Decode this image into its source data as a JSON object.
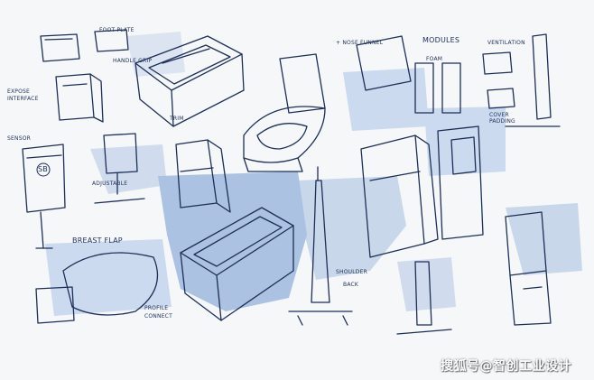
{
  "palette": {
    "paper": "#f6f7f9",
    "ink": "#1d2f57",
    "wash": "#4f7fc7",
    "wash_light": "#9fbde6"
  },
  "annotations": {
    "top_left_1": "FOOT PLATE",
    "top_left_2": "HANDLE GRIP",
    "left_1": "EXPOSE",
    "left_2": "INTERFACE",
    "mid_left": "ADJUSTABLE",
    "center_top": "TRIM",
    "upper_right_1": "+ NOSE FUNNEL",
    "upper_right_2": "MODULES",
    "upper_right_3": "FOAM",
    "upper_right_4": "VENTILATION",
    "right_1": "COVER",
    "right_2": "PADDING",
    "left_mid": "SENSOR",
    "breast_flap": "BREAST FLAP",
    "bottom_mid_1": "PROFILE",
    "bottom_mid_2": "CONNECT",
    "right_mid": "SHOULDER",
    "right_mid_2": "BACK",
    "sensor_label": "SB"
  },
  "watermark": "搜狐号@智创工业设计"
}
